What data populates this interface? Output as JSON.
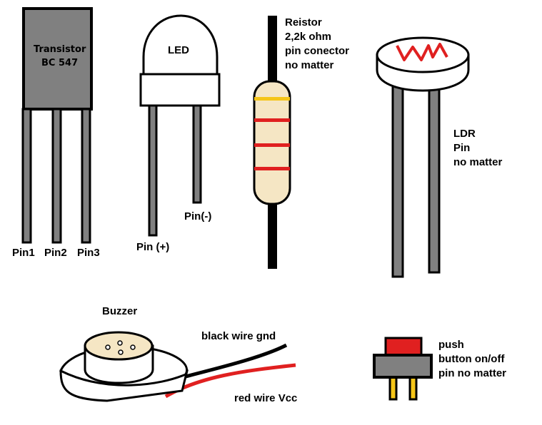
{
  "transistor": {
    "name": "Transistor",
    "model": "BC 547",
    "pin1": "Pin1",
    "pin2": "Pin2",
    "pin3": "Pin3",
    "body_color": "#808080"
  },
  "led": {
    "name": "LED",
    "pin_plus": "Pin (+)",
    "pin_minus": "Pin(-)"
  },
  "resistor": {
    "line1": "Reistor",
    "line2": "2,2k ohm",
    "line3": "pin conector",
    "line4": "no matter",
    "body_color": "#f5e6c4",
    "band_colors": [
      "#f5c518",
      "#e02020",
      "#e02020",
      "#e02020"
    ]
  },
  "ldr": {
    "line1": "LDR",
    "line2": "Pin",
    "line3": "no matter",
    "trace_color": "#e02020"
  },
  "buzzer": {
    "name": "Buzzer",
    "black_wire": "black wire gnd",
    "red_wire": "red wire Vcc",
    "top_color": "#f5e6c4"
  },
  "push_button": {
    "line1": "push",
    "line2": "button on/off",
    "line3": "pin no matter",
    "cap_color": "#e02020",
    "base_color": "#808080",
    "pin_color": "#f5c518"
  }
}
